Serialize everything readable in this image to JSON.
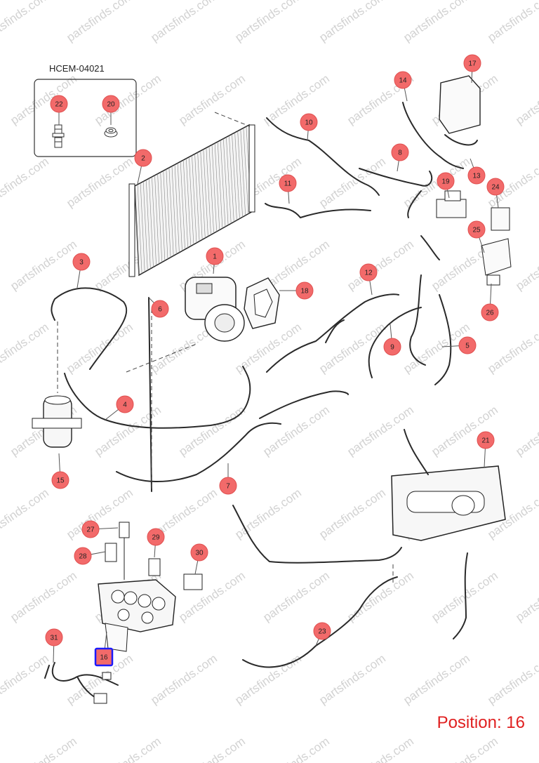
{
  "reference_code": "HCEM-04021",
  "position_label": "Position: 16",
  "watermark": "partsfinds.com",
  "active_part": "16",
  "colors": {
    "callout_fill": "#f26a6a",
    "active_border": "#1a1aff",
    "position_text": "#e02020"
  },
  "callouts": [
    {
      "num": "1"
    },
    {
      "num": "2"
    },
    {
      "num": "3"
    },
    {
      "num": "4"
    },
    {
      "num": "5"
    },
    {
      "num": "6"
    },
    {
      "num": "7"
    },
    {
      "num": "8"
    },
    {
      "num": "9"
    },
    {
      "num": "10"
    },
    {
      "num": "11"
    },
    {
      "num": "12"
    },
    {
      "num": "13"
    },
    {
      "num": "14"
    },
    {
      "num": "15"
    },
    {
      "num": "16"
    },
    {
      "num": "17"
    },
    {
      "num": "18"
    },
    {
      "num": "19"
    },
    {
      "num": "20"
    },
    {
      "num": "21"
    },
    {
      "num": "22"
    },
    {
      "num": "23"
    },
    {
      "num": "24"
    },
    {
      "num": "25"
    },
    {
      "num": "26"
    },
    {
      "num": "27"
    },
    {
      "num": "28"
    },
    {
      "num": "29"
    },
    {
      "num": "30"
    },
    {
      "num": "31"
    }
  ]
}
